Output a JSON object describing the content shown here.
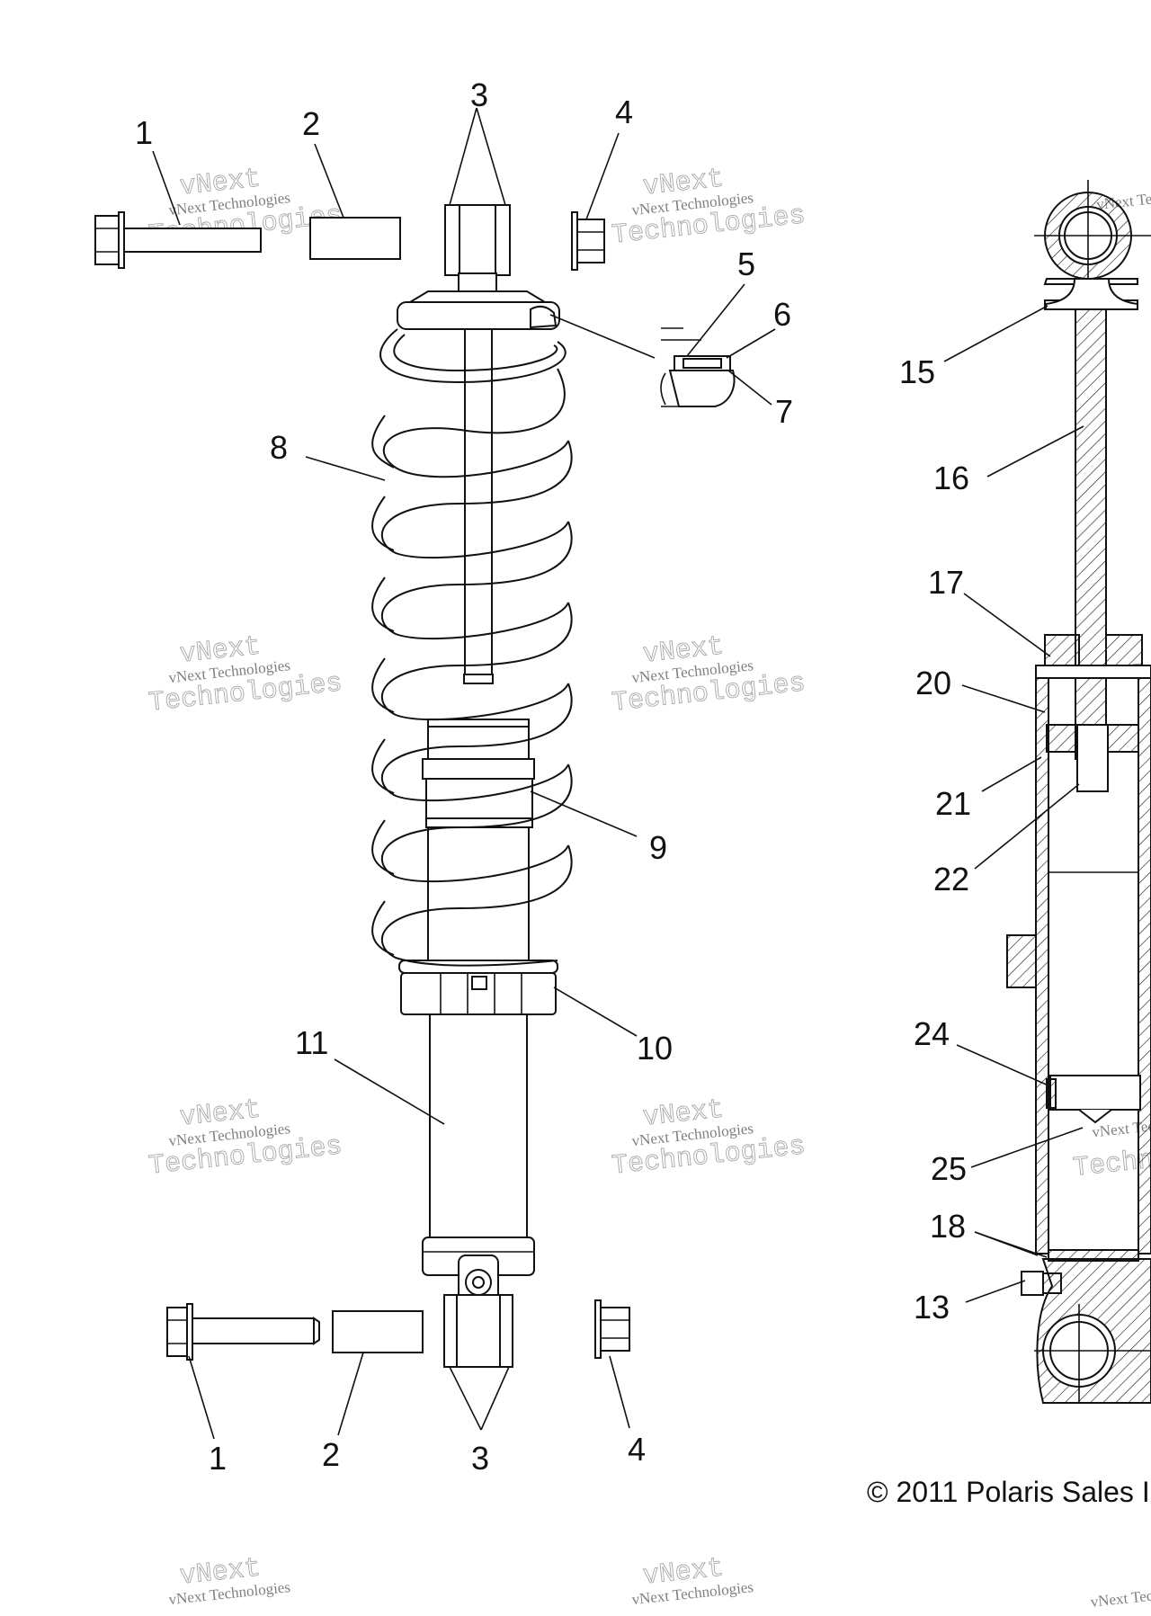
{
  "callouts": {
    "n1_top": "1",
    "n2_top": "2",
    "n3_top": "3",
    "n4_top": "4",
    "n5": "5",
    "n6": "6",
    "n7": "7",
    "n8": "8",
    "n9": "9",
    "n10": "10",
    "n11": "11",
    "n1_bot": "1",
    "n2_bot": "2",
    "n3_bot": "3",
    "n4_bot": "4",
    "n15": "15",
    "n16": "16",
    "n17": "17",
    "n20": "20",
    "n21": "21",
    "n22": "22",
    "n24": "24",
    "n25": "25",
    "n18": "18",
    "n13": "13"
  },
  "copyright": "© 2011 Polaris Sales I",
  "watermark": {
    "line1": "vNext",
    "line2": "vNext Technologies",
    "line3": "Technologies"
  }
}
